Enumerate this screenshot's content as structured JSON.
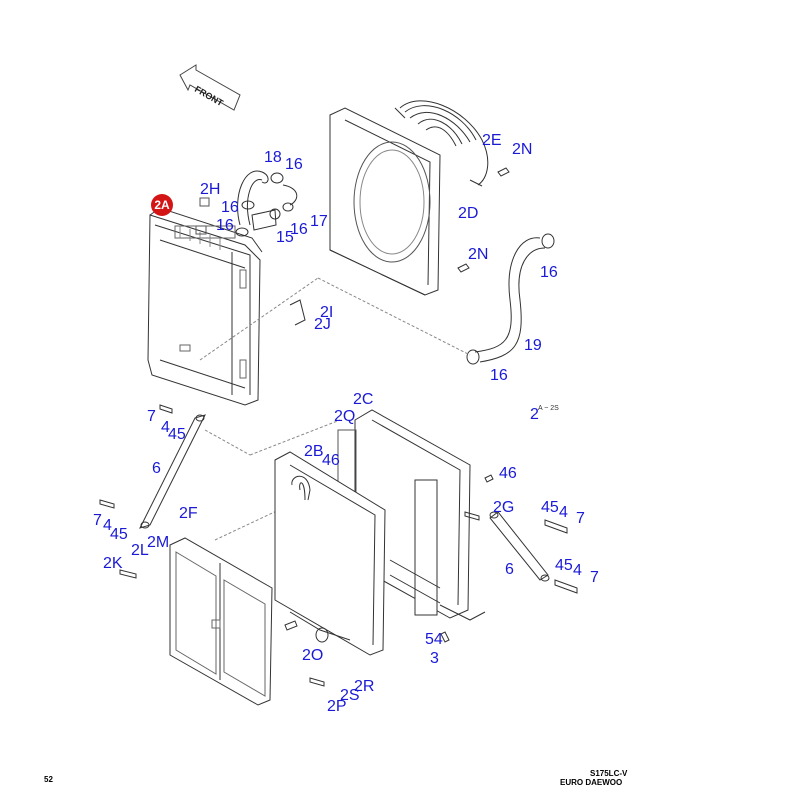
{
  "front_arrow": "FRONT",
  "callout_badge": "2A",
  "labels": {
    "l_2h": "2H",
    "l_18": "18",
    "l_16a": "16",
    "l_16b": "16",
    "l_16c": "16",
    "l_16d": "16",
    "l_17": "17",
    "l_15": "15",
    "l_2e": "2E",
    "l_2n_a": "2N",
    "l_2d": "2D",
    "l_2n_b": "2N",
    "l_16e": "16",
    "l_19": "19",
    "l_16f": "16",
    "l_2i": "2I",
    "l_2j": "2J",
    "l_2c": "2C",
    "l_2q": "2Q",
    "l_2": "2",
    "l_7a": "7",
    "l_4a": "4",
    "l_45a": "45",
    "l_6a": "6",
    "l_2b": "2B",
    "l_46a": "46",
    "l_46b": "46",
    "l_2g": "2G",
    "l_45b": "45",
    "l_4b": "4",
    "l_7b": "7",
    "l_7c": "7",
    "l_4c": "4",
    "l_45c": "45",
    "l_2f": "2F",
    "l_2l": "2L",
    "l_2m": "2M",
    "l_2k": "2K",
    "l_6b": "6",
    "l_45d": "45",
    "l_4d": "4",
    "l_7d": "7",
    "l_54": "54",
    "l_3": "3",
    "l_2o": "2O",
    "l_2r": "2R",
    "l_2s": "2S",
    "l_2p": "2P"
  },
  "small_note": "A ~ 2S",
  "footer": {
    "page_number": "52",
    "model": "S175LC-V",
    "brand": "EURO DAEWOO"
  }
}
